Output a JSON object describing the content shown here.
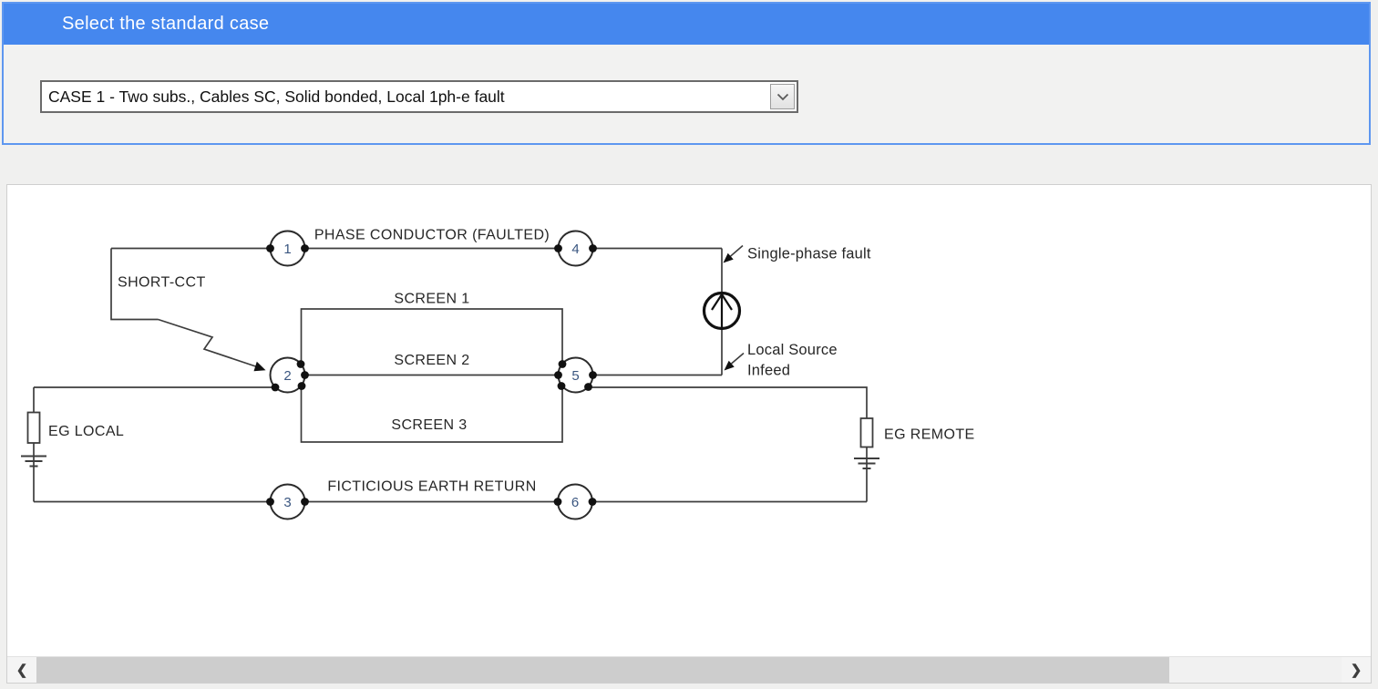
{
  "header": {
    "title": "Select the standard case"
  },
  "case_selector": {
    "value": "CASE 1 - Two subs., Cables SC, Solid bonded, Local 1ph-e fault"
  },
  "diagram": {
    "labels": {
      "phase_conductor": "PHASE CONDUCTOR (FAULTED)",
      "short_cct": "SHORT-CCT",
      "screen1": "SCREEN 1",
      "screen2": "SCREEN 2",
      "screen3": "SCREEN 3",
      "single_phase_fault": "Single-phase fault",
      "local_source_line1": "Local Source",
      "local_source_line2": "Infeed",
      "eg_local": "EG LOCAL",
      "eg_remote": "EG REMOTE",
      "earth_return": "FICTICIOUS EARTH RETURN"
    },
    "nodes": [
      {
        "label": "1"
      },
      {
        "label": "2"
      },
      {
        "label": "3"
      },
      {
        "label": "4"
      },
      {
        "label": "5"
      },
      {
        "label": "6"
      }
    ],
    "colors": {
      "line": "#3d3d3d",
      "node_number": "#3a5680",
      "text": "#262626"
    }
  },
  "scrollbar": {
    "left_arrow": "❮",
    "right_arrow": "❯"
  },
  "colors": {
    "accent_blue": "#4587ee",
    "panel_border_blue": "#5e97f0",
    "scrollbar_thumb": "#cdcdcd"
  }
}
